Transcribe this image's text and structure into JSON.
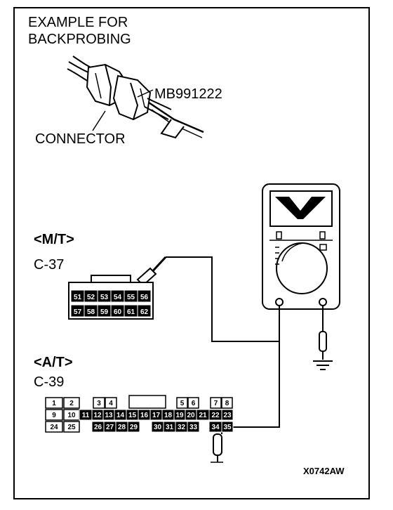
{
  "backprobe_example": {
    "title_line1": "EXAMPLE FOR",
    "title_line2": "BACKPROBING",
    "tool_label": "MB991222",
    "connector_label": "CONNECTOR"
  },
  "mt": {
    "heading": "<M/T>",
    "connector_id": "C-37",
    "pins_row1": [
      "51",
      "52",
      "53",
      "54",
      "55",
      "56"
    ],
    "pins_row2": [
      "57",
      "58",
      "59",
      "60",
      "61",
      "62"
    ]
  },
  "at": {
    "heading": "<A/T>",
    "connector_id": "C-39",
    "pins_row1": [
      "1",
      "2",
      "3",
      "4",
      "5",
      "6",
      "7",
      "8"
    ],
    "pins_row2": [
      "9",
      "10",
      "11",
      "12",
      "13",
      "14",
      "15",
      "16",
      "17",
      "18",
      "19",
      "20",
      "21",
      "22",
      "23"
    ],
    "pins_row3": [
      "24",
      "25",
      "26",
      "27",
      "28",
      "29",
      "30",
      "31",
      "32",
      "33",
      "34",
      "35"
    ]
  },
  "figure_code": "X0742AW"
}
